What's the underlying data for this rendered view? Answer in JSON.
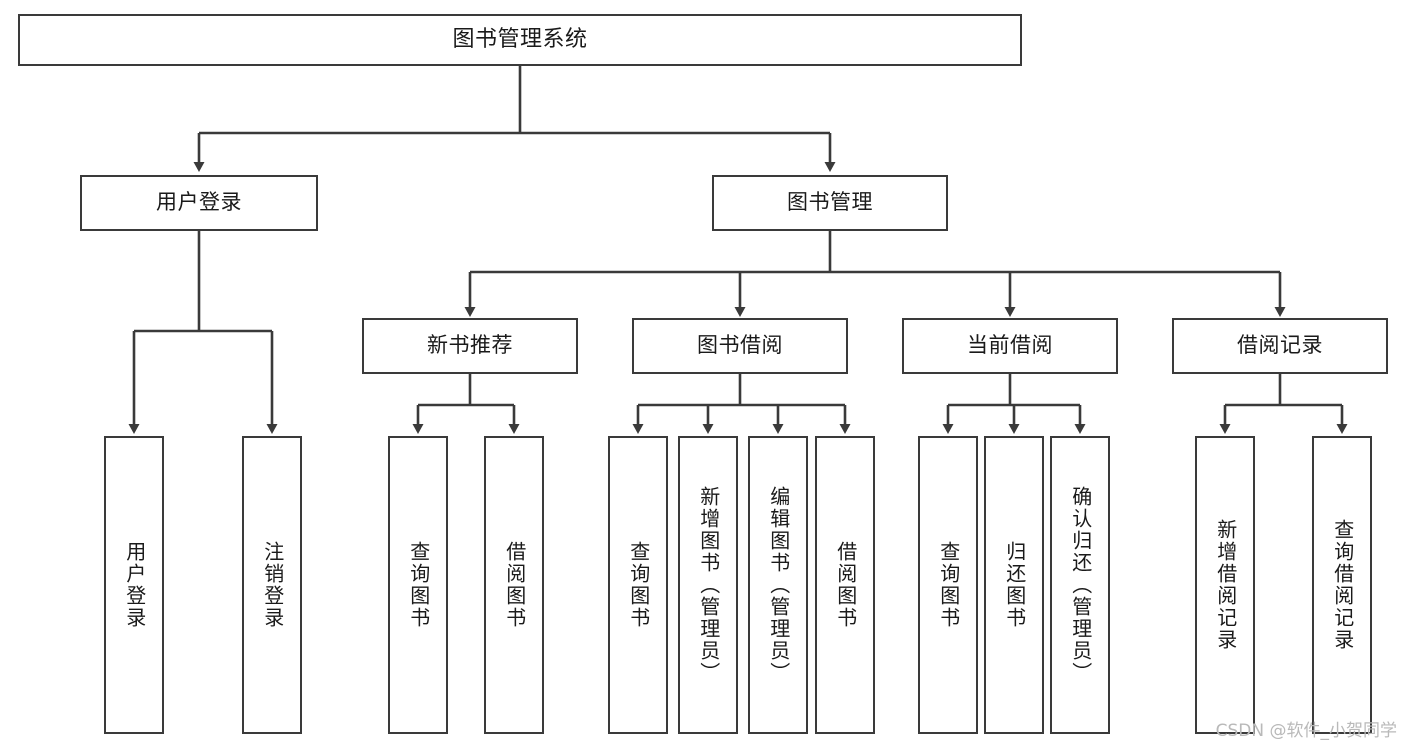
{
  "diagram": {
    "title": "图书管理系统",
    "type": "tree",
    "watermark": "CSDN @软件_小贺同学",
    "stroke_color": "#3a3a3a",
    "text_color": "#1a1a1a",
    "background_color": "#ffffff",
    "watermark_color": "#b9b9b9"
  },
  "nodes": {
    "root": {
      "label": "图书管理系统"
    },
    "level2": [
      {
        "label": "用户登录"
      },
      {
        "label": "图书管理"
      }
    ],
    "level3": [
      {
        "label": "新书推荐"
      },
      {
        "label": "图书借阅"
      },
      {
        "label": "当前借阅"
      },
      {
        "label": "借阅记录"
      }
    ],
    "leaves_user_login": [
      {
        "label": "用户登录"
      },
      {
        "label": "注销登录"
      }
    ],
    "leaves_new_book": [
      {
        "label": "查询图书"
      },
      {
        "label": "借阅图书"
      }
    ],
    "leaves_borrow": [
      {
        "label": "查询图书"
      },
      {
        "label": "新增图书（管理员）"
      },
      {
        "label": "编辑图书（管理员）"
      },
      {
        "label": "借阅图书"
      }
    ],
    "leaves_current": [
      {
        "label": "查询图书"
      },
      {
        "label": "归还图书"
      },
      {
        "label": "确认归还（管理员）"
      }
    ],
    "leaves_record": [
      {
        "label": "新增借阅记录"
      },
      {
        "label": "查询借阅记录"
      }
    ]
  }
}
